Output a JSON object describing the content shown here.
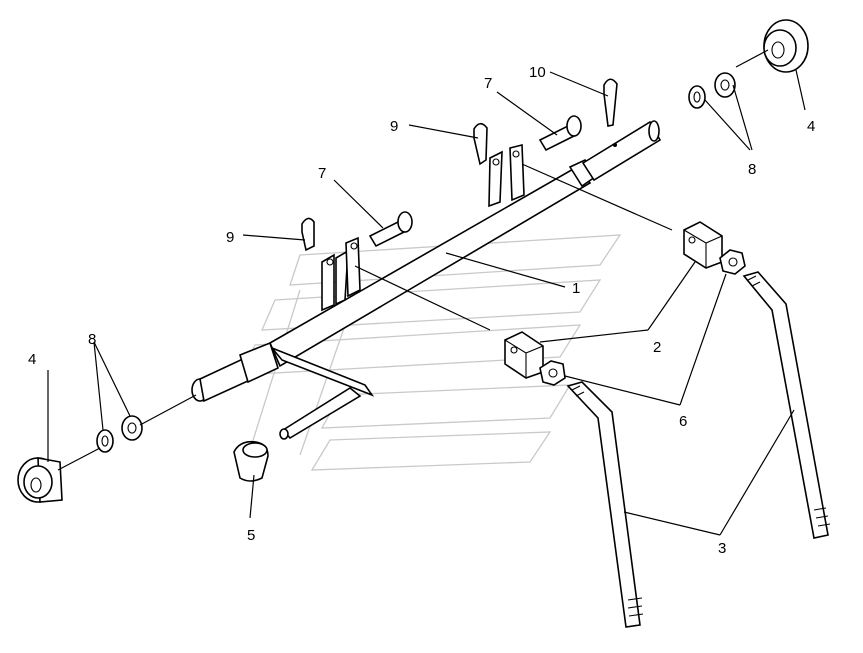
{
  "diagram": {
    "callouts": [
      {
        "id": "c1",
        "label": "1"
      },
      {
        "id": "c2",
        "label": "2"
      },
      {
        "id": "c3",
        "label": "3"
      },
      {
        "id": "c4a",
        "label": "4"
      },
      {
        "id": "c4b",
        "label": "4"
      },
      {
        "id": "c5",
        "label": "5"
      },
      {
        "id": "c6",
        "label": "6"
      },
      {
        "id": "c7a",
        "label": "7"
      },
      {
        "id": "c7b",
        "label": "7"
      },
      {
        "id": "c8a",
        "label": "8"
      },
      {
        "id": "c8b",
        "label": "8"
      },
      {
        "id": "c9a",
        "label": "9"
      },
      {
        "id": "c9b",
        "label": "9"
      },
      {
        "id": "c10",
        "label": "10"
      }
    ]
  }
}
